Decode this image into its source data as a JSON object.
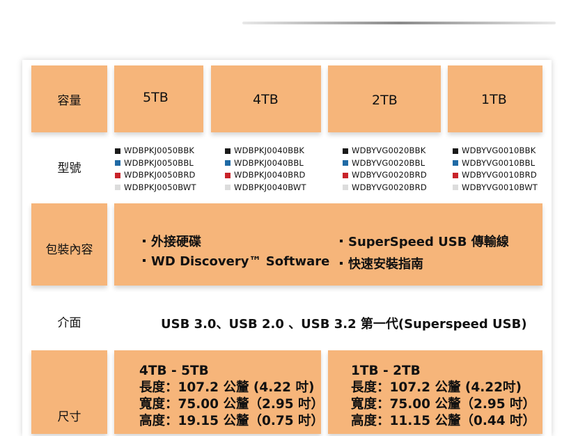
{
  "table": {
    "labels": {
      "capacity": "容量",
      "model": "型號",
      "package": "包裝內容",
      "interface": "介面",
      "size": "尺寸"
    },
    "capacities": [
      "5TB",
      "4TB",
      "2TB",
      "1TB"
    ],
    "swatch_colors": [
      "#1a1a1a",
      "#1f6aa5",
      "#c8232a",
      "#dcdcdc"
    ],
    "models": [
      [
        "WDBPKJ0050BBK",
        "WDBPKJ0050BBL",
        "WDBPKJ0050BRD",
        "WDBPKJ0050BWT"
      ],
      [
        "WDBPKJ0040BBK",
        "WDBPKJ0040BBL",
        "WDBPKJ0040BRD",
        "WDBPKJ0040BWT"
      ],
      [
        "WDBYVG0020BBK",
        "WDBYVG0020BBL",
        "WDBYVG0020BRD",
        "WDBYVG0020BRD"
      ],
      [
        "WDBYVG0010BBK",
        "WDBYVG0010BBL",
        "WDBYVG0010BRD",
        "WDBYVG0010BWT"
      ]
    ],
    "package_items": [
      "外接硬碟",
      "WD Discovery™ Software",
      "SuperSpeed USB 傳輸線",
      "快速安裝指南"
    ],
    "interface_text": "USB 3.0、USB 2.0 、USB 3.2 第一代(Superspeed USB)",
    "size": {
      "left": {
        "title": "4TB - 5TB",
        "length": "長度：107.2 公釐 (4.22 吋)",
        "width": "寬度：75.00 公釐（2.95 吋）",
        "height": "高度：19.15 公釐（0.75 吋）"
      },
      "right": {
        "title": "1TB - 2TB",
        "length": "長度：107.2 公釐 (4.22吋)",
        "width": "寬度：75.00 公釐（2.95 吋）",
        "height": "高度：11.15 公釐（0.44 吋）"
      }
    }
  }
}
